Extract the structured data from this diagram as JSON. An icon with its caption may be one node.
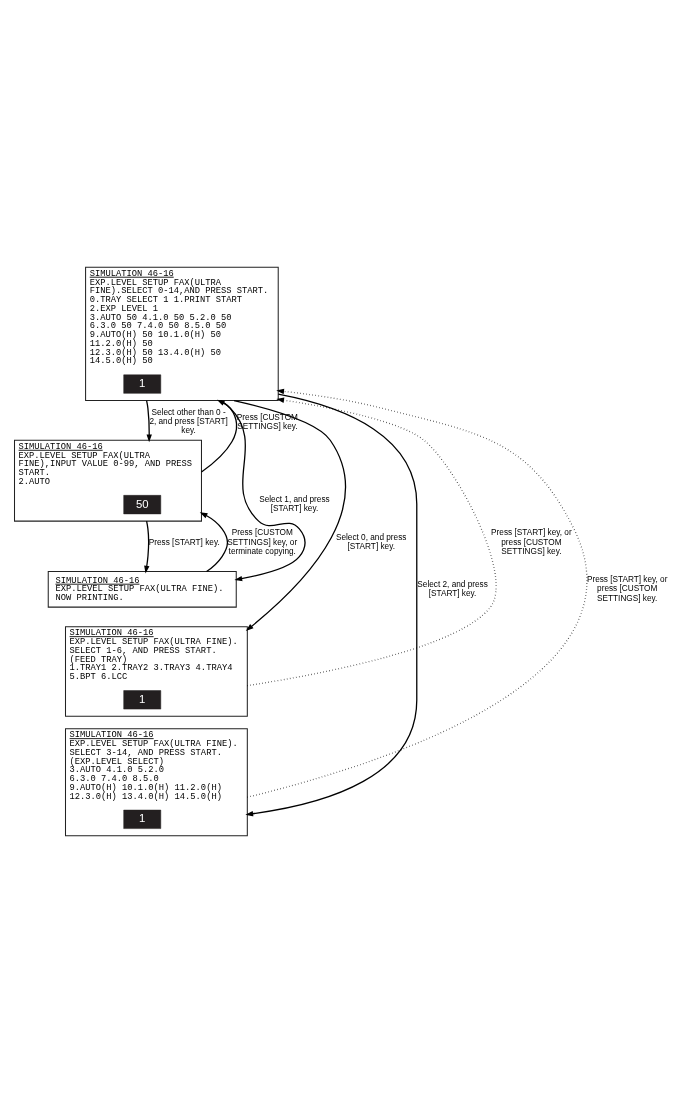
{
  "diagram": {
    "nodes": [
      {
        "text": [
          "SIMULATION 46-16",
          "EXP.LEVEL SETUP FAX(ULTRA FINE).SELECT 0-14,AND PRESS START.",
          "0.TRAY SELECT 1 1.PRINT START",
          "2.EXP LEVEL 1",
          "3.AUTO 50 4.1.0 50 5.2.0 50",
          "6.3.0 50 7.4.0 50 8.5.0 50",
          "9.AUTO(H) 50 10.1.0(H) 50 11.2.0(H) 50",
          "12.3.0(H) 50 13.4.0(H) 50 14.5.0(H) 50"
        ]
      },
      {
        "text": [
          "1"
        ],
        "in": 0
      },
      {
        "text": [
          "SIMULATION 46-16",
          "EXP.LEVEL SETUP FAX(ULTRA FINE),INPUT VALUE 0-99, AND PRESS START.",
          "2.AUTO"
        ]
      },
      {
        "text": [
          "50"
        ],
        "in": 2
      },
      {
        "text": [
          "SIMULATION 46-16",
          "EXP.LEVEL SETUP FAX(ULTRA FINE). NOW PRINTING."
        ]
      },
      {
        "text": [
          "SIMULATION 46-16",
          "EXP.LEVEL SETUP FAX(ULTRA FINE). SELECT 1-6, AND PRESS START.",
          "(FEED TRAY)",
          "1.TRAY1 2.TRAY2 3.TRAY3 4.TRAY4",
          "5.BPT 6.LCC"
        ]
      },
      {
        "text": [
          "1"
        ],
        "in": 5
      },
      {
        "text": [
          "SIMULATION 46-16",
          "EXP.LEVEL SETUP FAX(ULTRA FINE). SELECT 3-14, AND PRESS START.",
          "(EXP.LEVEL SELECT)",
          "3.AUTO 4.1.0 5.2.0",
          "6.3.0 7.4.0 8.5.0",
          "9.AUTO(H) 10.1.0(H) 11.2.0(H)",
          "12.3.0(H) 13.4.0(H) 14.5.0(H)"
        ]
      },
      {
        "text": [
          "1"
        ],
        "in": 7
      }
    ],
    "edges": [
      {
        "from": 0,
        "to": 2,
        "arrow": "to",
        "label": "Select other than 0 - 2, and press [START] key."
      },
      {
        "from": 2,
        "to": 0,
        "arrow": "to",
        "label": "Press [CUSTOM SETTINGS] key."
      },
      {
        "from": 2,
        "to": 4,
        "arrow": "to",
        "label": "Press [START] key."
      },
      {
        "from": 4,
        "to": 2,
        "arrow": "to",
        "label": "Press [CUSTOM SETTINGS] key, or terminate copying."
      },
      {
        "from": 0,
        "to": 4,
        "arrow": "to",
        "label": "Select 1, and press [START] key."
      },
      {
        "from": 0,
        "to": 5,
        "arrow": "to",
        "label": "Select 0, and press [START] key."
      },
      {
        "from": 0,
        "to": 7,
        "arrow": "to",
        "label": "Select 2, and press [START] key."
      },
      {
        "from": 5,
        "to": 0,
        "arrow": "to",
        "style": "dashed",
        "label": "Press [START] key, or press [CUSTOM SETTINGS] key."
      },
      {
        "from": 7,
        "to": 0,
        "arrow": "to",
        "style": "dashed",
        "label": "Press [START] key, or press [CUSTOM SETTINGS] key."
      }
    ]
  }
}
